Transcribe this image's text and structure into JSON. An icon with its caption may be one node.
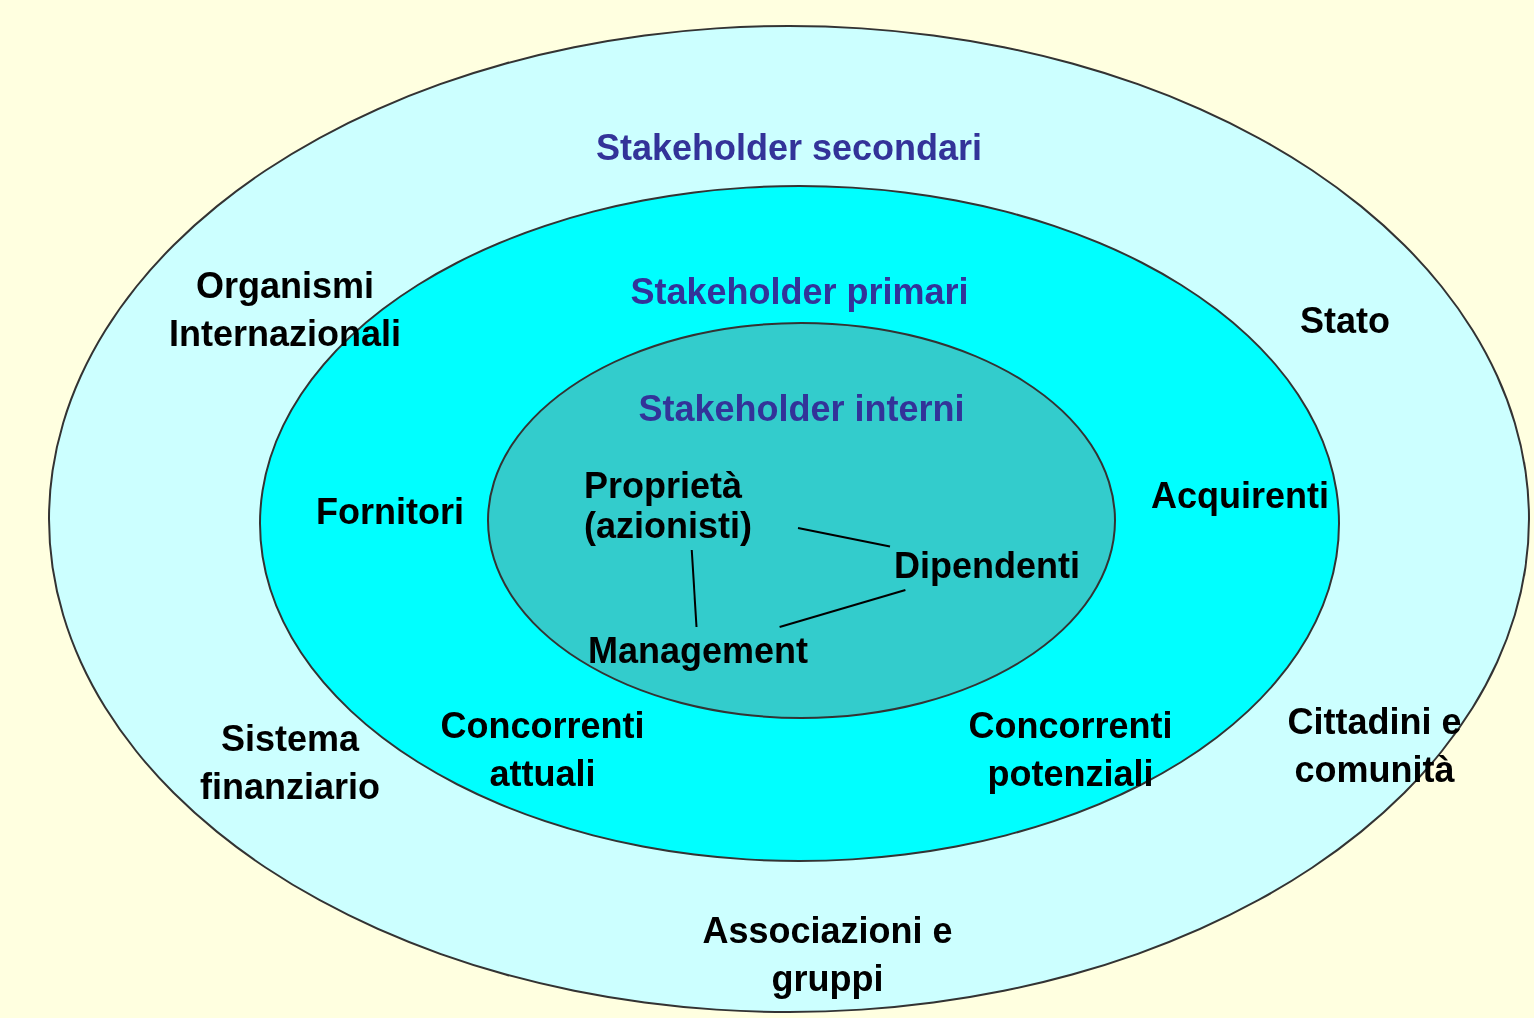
{
  "diagram": {
    "nodes": [
      {
        "text": [
          "Stakeholder secondari"
        ]
      },
      {
        "text": [
          "Stakeholder primari"
        ],
        "in": 0
      },
      {
        "text": [
          "Stakeholder interni"
        ],
        "in": 1
      },
      {
        "text": [
          "Proprietà (azionisti)"
        ],
        "in": 2
      },
      {
        "text": [
          "Dipendenti"
        ],
        "in": 2
      },
      {
        "text": [
          "Management"
        ],
        "in": 2
      }
    ],
    "edges": [
      {
        "from": 3,
        "to": 4,
        "arrow": "none"
      },
      {
        "from": 3,
        "to": 5,
        "arrow": "none"
      },
      {
        "from": 4,
        "to": 5,
        "arrow": "none"
      }
    ],
    "labels": [
      "Organismi Internazionali",
      "Stato",
      "Fornitori",
      "Acquirenti",
      "Sistema finanziario",
      "Concorrenti attuali",
      "Concorrenti potenziali",
      "Cittadini e comunità",
      "Associazioni e gruppi"
    ]
  }
}
